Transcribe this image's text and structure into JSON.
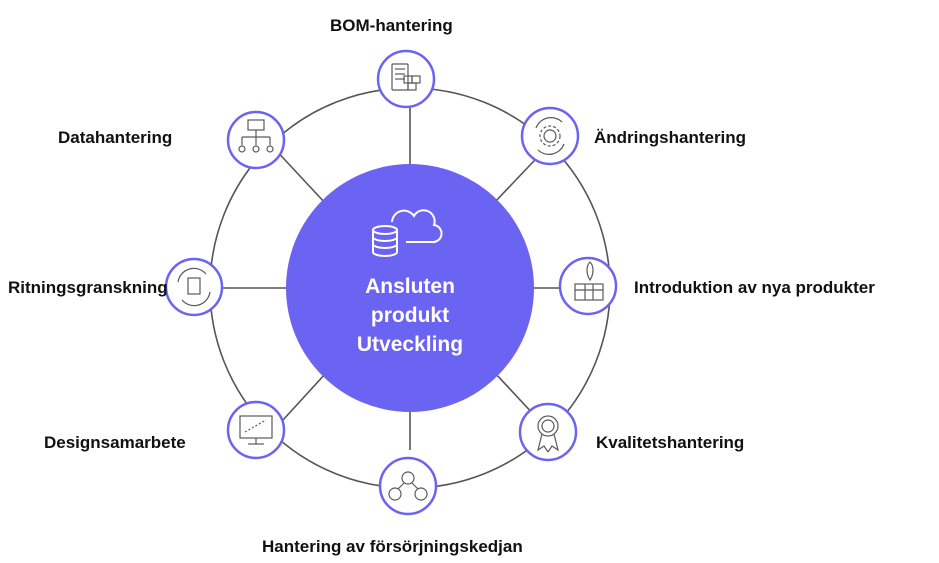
{
  "hub": {
    "line1": "Ansluten",
    "line2": "produkt",
    "line3": "Utveckling",
    "icon": "cloud-database-icon"
  },
  "nodes": [
    {
      "label": "BOM-hantering",
      "icon": "bom-list-icon"
    },
    {
      "label": "Ändringshantering",
      "icon": "gear-cycle-icon"
    },
    {
      "label": "Introduktion av nya produkter",
      "icon": "rocket-box-icon"
    },
    {
      "label": "Kvalitetshantering",
      "icon": "award-badge-icon"
    },
    {
      "label": "Hantering av försörjningskedjan",
      "icon": "people-network-icon"
    },
    {
      "label": "Designsamarbete",
      "icon": "monitor-design-icon"
    },
    {
      "label": "Ritningsgranskning",
      "icon": "document-review-icon"
    },
    {
      "label": "Datahantering",
      "icon": "data-hierarchy-icon"
    }
  ],
  "colors": {
    "hub": "#6b63f2",
    "ring": "#6b63f2",
    "ring_fill": "#ffffff",
    "outer_circle": "#555555",
    "spoke": "#555555",
    "icon": "#5a5a5a"
  }
}
